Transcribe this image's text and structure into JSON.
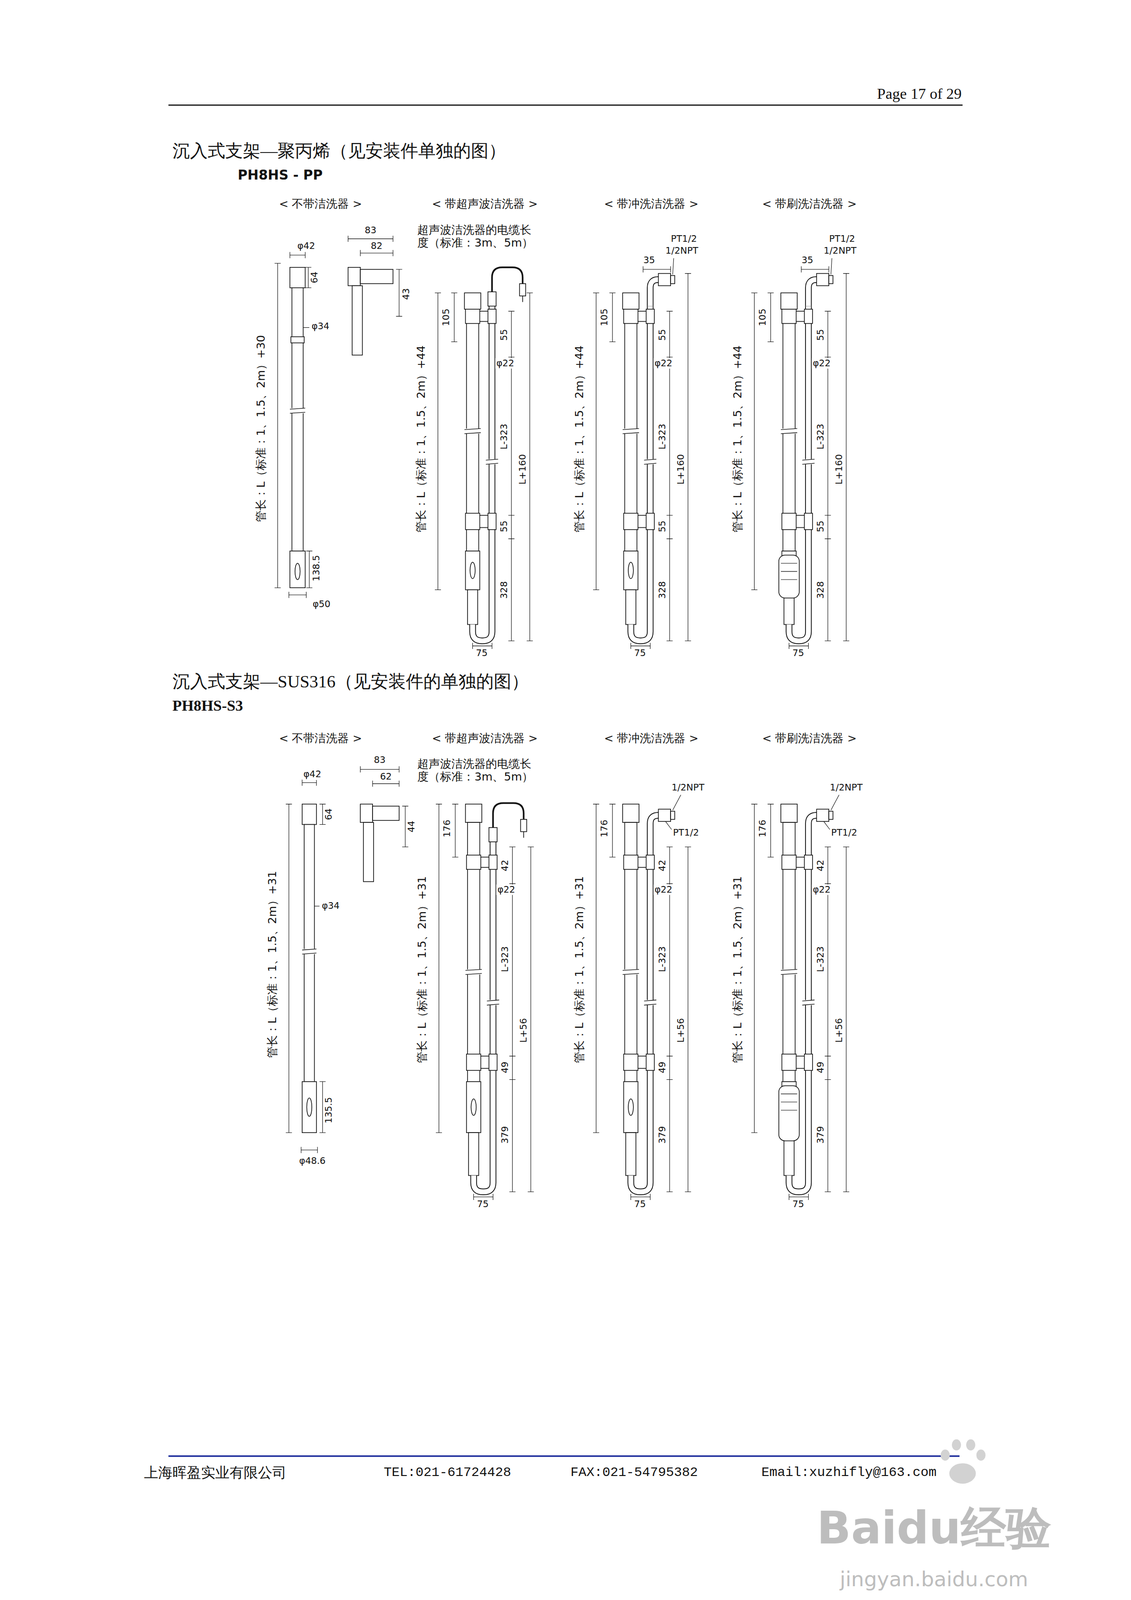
{
  "diagram": {
    "title": "沉入式支架—聚丙烯（见安装件单独的图）",
    "labels": [
      "Page 17 of 29",
      "PH8HS - PP",
      "< 不带洁洗器 >",
      "< 带超声波洁洗器 >",
      "< 带冲洗洁洗器 >",
      "< 带刷洗洁洗器 >",
      "φ42",
      "64",
      "φ34",
      "管长：L（标准：1、1.5、2m）+30",
      "138.5",
      "φ50",
      "83",
      "82",
      "43",
      "超声波洁洗器的电缆长 度（标准：3m、5m）",
      "105",
      "55",
      "φ22",
      "管长：L（标准：1、1.5、2m）+44",
      "L-323",
      "L+160",
      "55",
      "328",
      "75",
      "PT1/2",
      "1/2NPT",
      "35",
      "105",
      "55",
      "φ22",
      "管长：L（标准：1、1.5、2m）+44",
      "L-323",
      "L+160",
      "55",
      "328",
      "75",
      "PT1/2",
      "1/2NPT",
      "35",
      "105",
      "55",
      "φ22",
      "管长：L（标准：1、1.5、2m）+44",
      "L-323",
      "L+160",
      "55",
      "328",
      "75",
      "沉入式支架—SUS316（见安装件的单独的图）",
      "PH8HS-S3",
      "< 不带洁洗器 >",
      "< 带超声波洁洗器 >",
      "< 带冲洗洁洗器 >",
      "< 带刷洗洁洗器 >",
      "φ42",
      "83",
      "62",
      "44",
      "64",
      "管长：L（标准：1、1.5、2m）+31",
      "φ34",
      "135.5",
      "φ48.6",
      "超声波洁洗器的电缆长 度（标准：3m、5m）",
      "176",
      "42",
      "φ22",
      "管长：L（标准：1、1.5、2m）+31",
      "L-323",
      "L+56",
      "49",
      "379",
      "75",
      "1/2NPT",
      "PT1/2",
      "176",
      "42",
      "φ22",
      "管长：L（标准：1、1.5、2m）+31",
      "L-323",
      "L+56",
      "49",
      "379",
      "75",
      "1/2NPT",
      "PT1/2",
      "176",
      "42",
      "φ22",
      "管长：L（标准：1、1.5、2m）+31",
      "L-323",
      "L+56",
      "49",
      "379",
      "75",
      "上海晖盈实业有限公司",
      "TEL:021-61724428",
      "FAX:021-54795382",
      "Email:xuzhifly@163.com",
      "Baidu经验",
      "jingyan.baidu.com"
    ]
  }
}
